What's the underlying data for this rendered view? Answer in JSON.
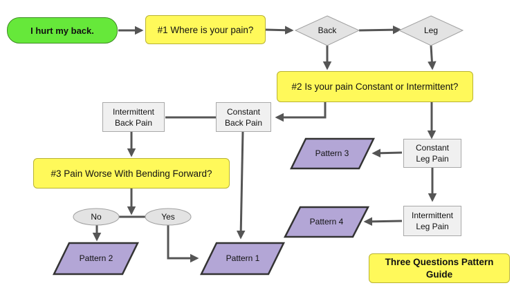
{
  "colors": {
    "start_fill": "#66e83a",
    "question_fill": "#fff95a",
    "decision_fill": "#e3e3e3",
    "process_fill": "#f0f0f0",
    "pattern_fill": "#b3a6d6",
    "connector": "#555555"
  },
  "nodes": {
    "start": "I hurt my back.",
    "q1": "#1 Where is your pain?",
    "back": "Back",
    "leg": "Leg",
    "q2": "#2 Is your pain Constant or Intermittent?",
    "intermittent_back": [
      "Intermittent",
      "Back Pain"
    ],
    "constant_back": [
      "Constant",
      "Back Pain"
    ],
    "constant_leg": [
      "Constant",
      "Leg Pain"
    ],
    "intermittent_leg": [
      "Intermittent",
      "Leg Pain"
    ],
    "q3": "#3 Pain Worse With Bending Forward?",
    "no": "No",
    "yes": "Yes",
    "pattern1": "Pattern 1",
    "pattern2": "Pattern 2",
    "pattern3": "Pattern 3",
    "pattern4": "Pattern 4",
    "title": [
      "Three Questions Pattern",
      "Guide"
    ]
  }
}
